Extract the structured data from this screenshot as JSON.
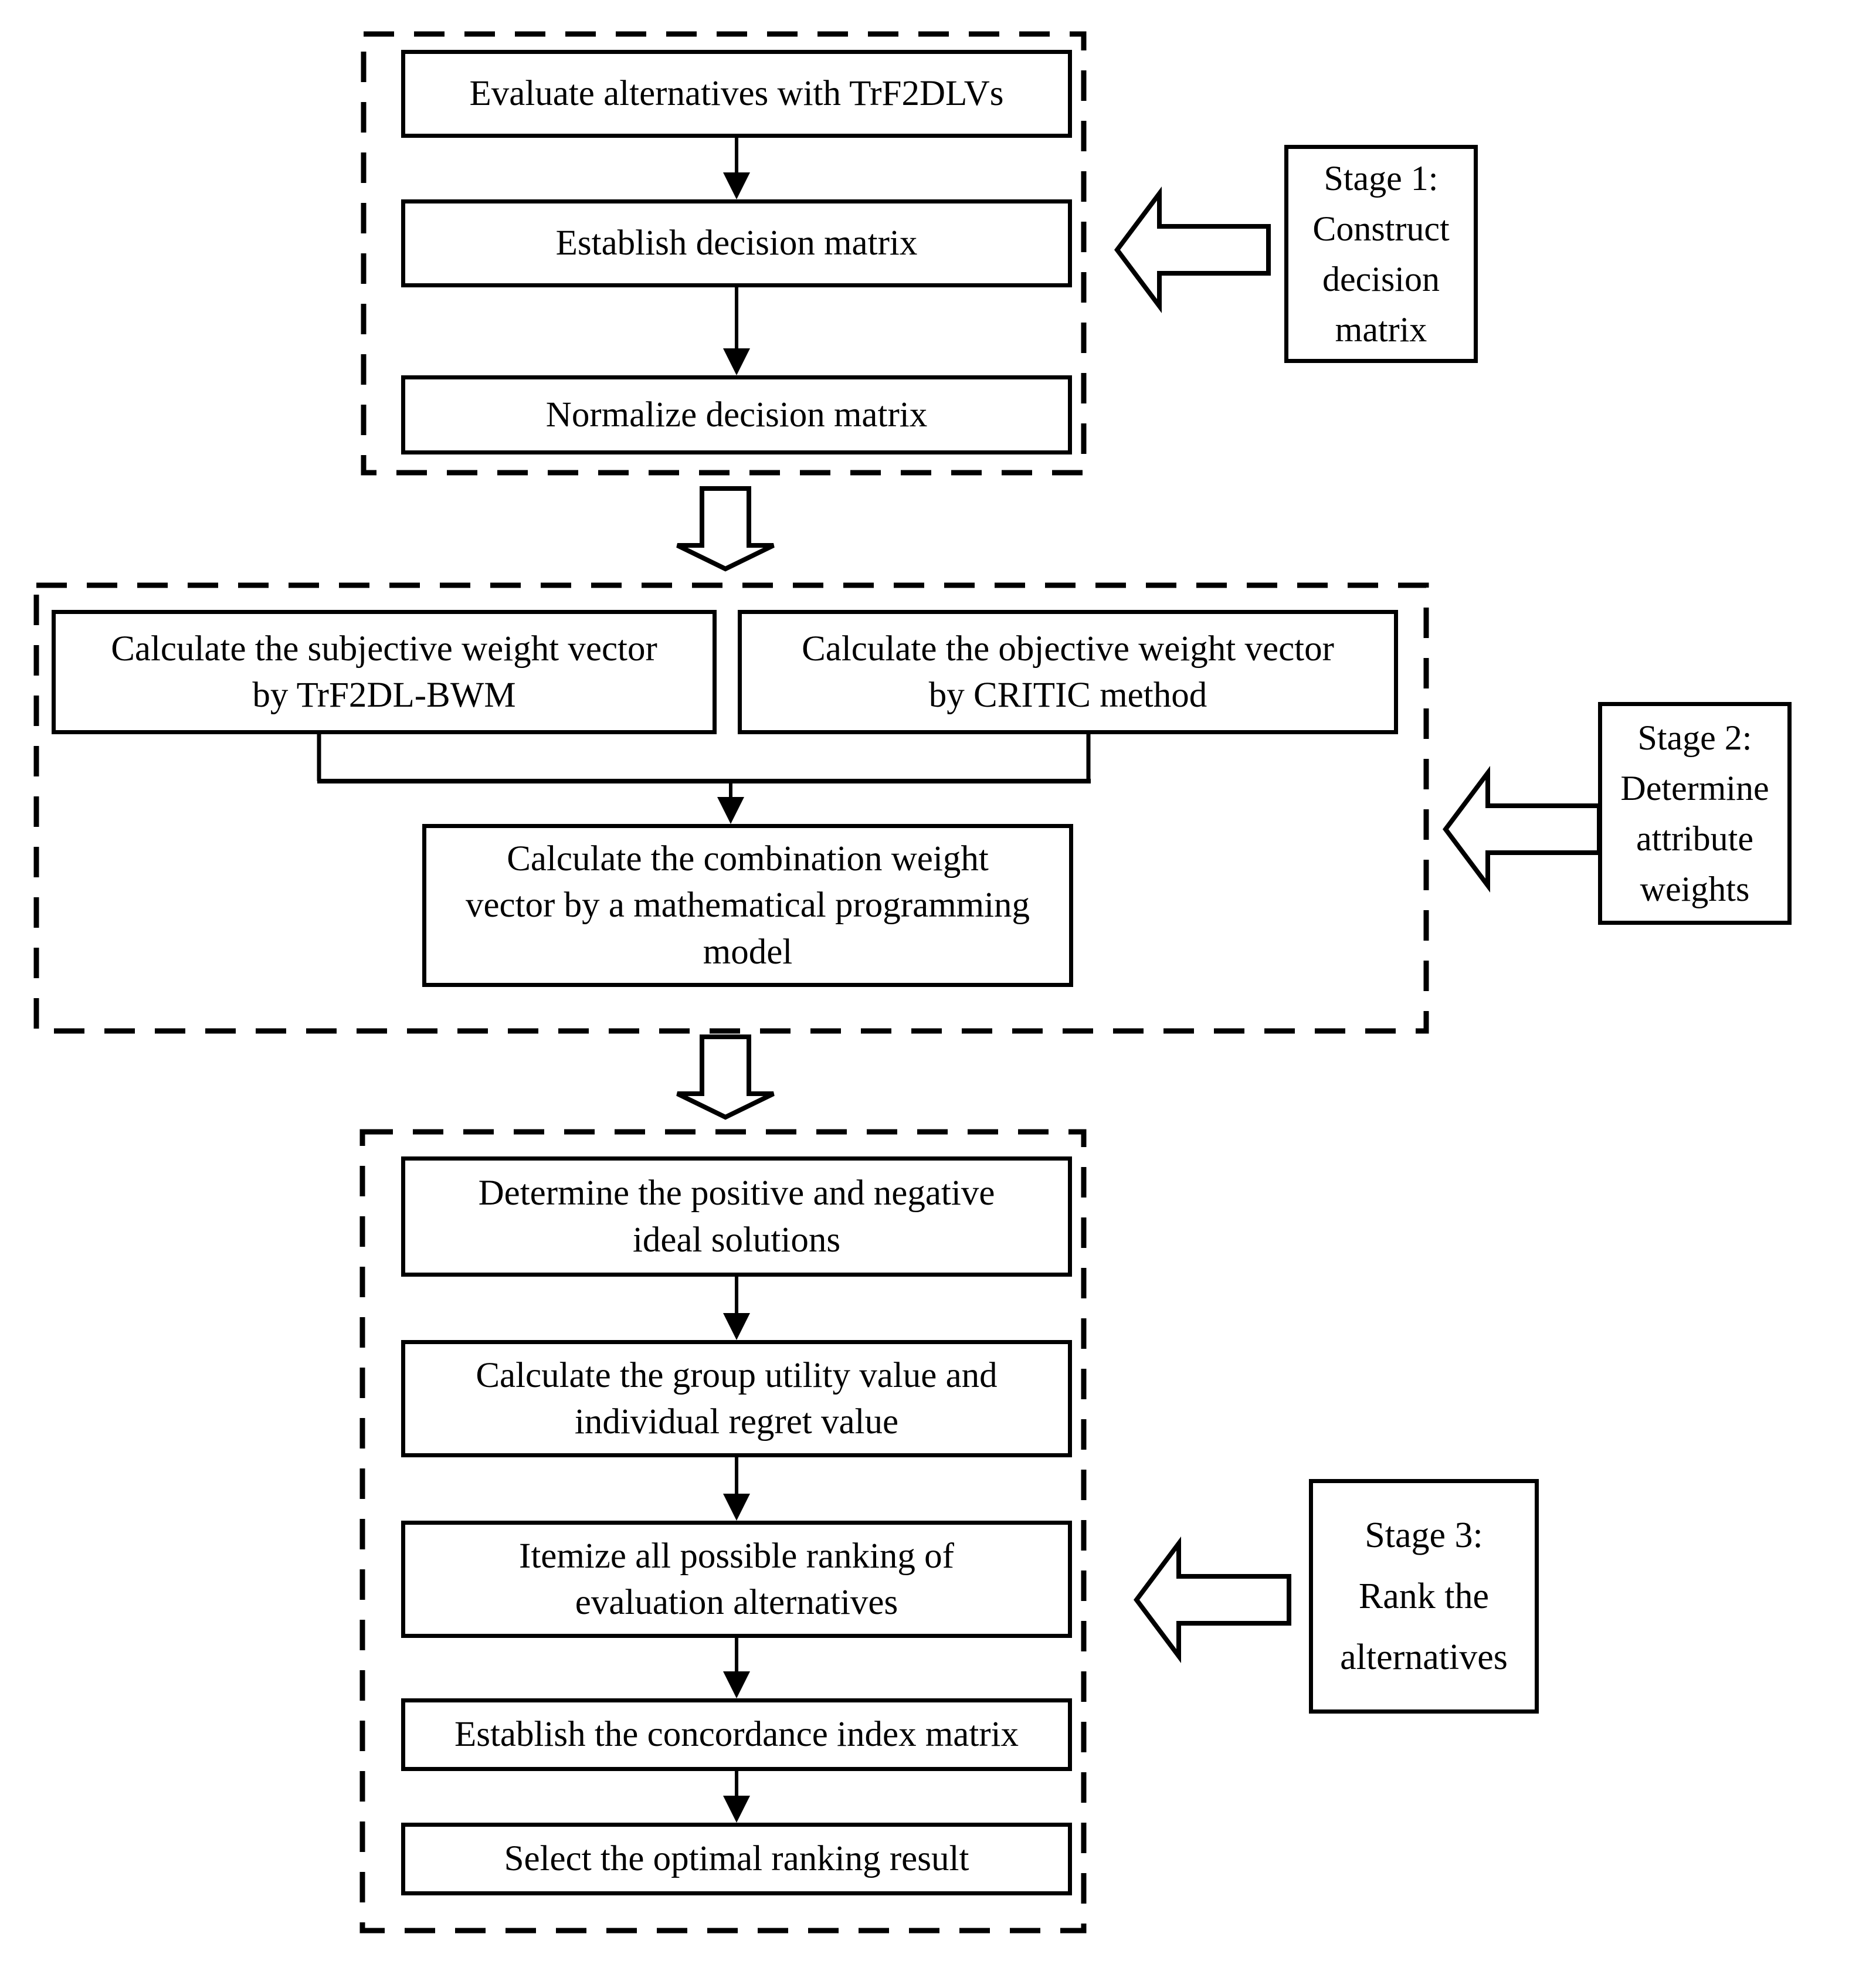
{
  "colors": {
    "ink": "#000000",
    "paper": "#ffffff"
  },
  "stage1": {
    "boxes": [
      "Evaluate alternatives with TrF2DLVs",
      "Establish decision matrix",
      "Normalize decision matrix"
    ],
    "label": "Stage 1:\nConstruct\ndecision\nmatrix"
  },
  "stage2": {
    "boxes": [
      "Calculate the subjective weight vector\nby TrF2DL-BWM",
      "Calculate the objective weight vector\nby CRITIC method",
      "Calculate the combination weight\nvector by a mathematical programming\nmodel"
    ],
    "label": "Stage 2:\nDetermine\nattribute\nweights"
  },
  "stage3": {
    "boxes": [
      "Determine the positive and negative\nideal solutions",
      "Calculate the group utility value and\nindividual regret value",
      "Itemize all possible ranking of\nevaluation alternatives",
      "Establish the concordance index matrix",
      "Select the optimal ranking result"
    ],
    "label": "Stage 3:\nRank the\nalternatives"
  }
}
